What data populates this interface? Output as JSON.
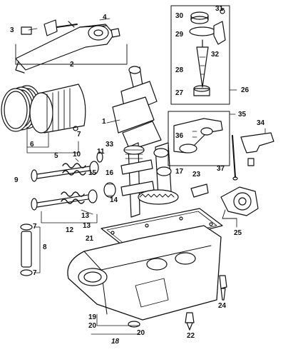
{
  "diagram": {
    "labels": {
      "l1": "1",
      "l2": "2",
      "l3": "3",
      "l4": "4",
      "l5": "5",
      "l6": "6",
      "l7a": "7",
      "l7b": "7",
      "l7c": "7",
      "l8": "8",
      "l9": "9",
      "l10": "10",
      "l11": "11",
      "l12": "12",
      "l13a": "13",
      "l13b": "13",
      "l14": "14",
      "l15": "15",
      "l16": "16",
      "l17": "17",
      "l18": "18",
      "l19": "19",
      "l20a": "20",
      "l20b": "20",
      "l21": "21",
      "l22": "22",
      "l23": "23",
      "l24": "24",
      "l25": "25",
      "l26": "26",
      "l27": "27",
      "l28": "28",
      "l29": "29",
      "l30": "30",
      "l31": "31",
      "l32": "32",
      "l33": "33",
      "l34": "34",
      "l35": "35",
      "l36": "36",
      "l37": "37"
    },
    "colors": {
      "line": "#111111",
      "paper": "#ffffff",
      "shade": "#cfcfcf"
    }
  }
}
